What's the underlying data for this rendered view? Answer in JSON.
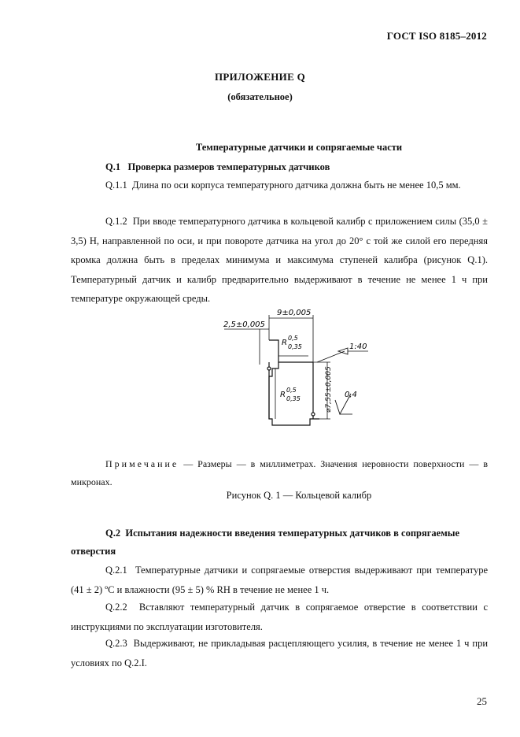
{
  "header": {
    "doc_code": "ГОСТ ISO 8185–2012"
  },
  "annex": {
    "title": "ПРИЛОЖЕНИЕ Q",
    "status": "(обязательное)"
  },
  "section_title": "Температурные датчики и сопрягаемые части",
  "q1": {
    "heading_num": "Q.1",
    "heading_text": "Проверка размеров температурных датчиков",
    "p1_num": "Q.1.1",
    "p1_text": "Длина по оси корпуса температурного датчика должна быть не менее 10,5 мм.",
    "p2_num": "Q.1.2",
    "p2_text": "При вводе температурного датчика в кольцевой калибр с приложением силы (35,0 ± 3,5) Н, направленной по оси, и при повороте датчика на угол до 20° с той же силой его передняя кромка должна быть в пределах минимума и максимума ступеней калибра (рисунок Q.1). Температурный датчик и калибр предварительно выдерживают в течение не менее 1 ч при температуре окружающей среды."
  },
  "figure": {
    "dim_width": "9±0,005",
    "dim_offset": "2,5±0,005",
    "radius_top_sup": "0,5",
    "radius_top_sub": "0,35",
    "radius_bottom_sup": "0,5",
    "radius_bottom_sub": "0,35",
    "radius_letter": "R",
    "taper": "1:40",
    "diameter": "⌀7,55±0,005",
    "roughness": "0,4",
    "note_label": "Примечание",
    "note_text": " — Размеры — в миллиметрах. Значения неровности поверхности — в микронах.",
    "caption": "Рисунок Q. 1 — Кольцевой калибр"
  },
  "q2": {
    "heading_num": "Q.2",
    "heading_text": "Испытания надежности введения температурных датчиков в сопрягаемые отверстия",
    "p1_num": "Q.2.1",
    "p1_text": "Температурные датчики и сопрягаемые отверстия выдерживают при температуре (41 ± 2) ºС и влажности (95 ± 5) % RH в течение не менее 1 ч.",
    "p2_num": "Q.2.2",
    "p2_text": "Вставляют температурный датчик в сопрягаемое отверстие в соответствии с инструкциями по эксплуатации изготовителя.",
    "p3_num": "Q.2.3",
    "p3_text": "Выдерживают, не прикладывая расцепляющего усилия, в течение не менее 1 ч при условиях по Q.2.I."
  },
  "footer": {
    "page_number": "25"
  }
}
